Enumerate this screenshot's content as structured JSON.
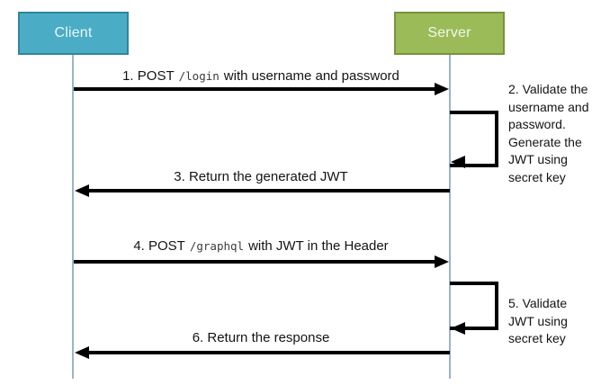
{
  "actors": {
    "client": {
      "label": "Client",
      "fill": "#4BACC6",
      "border": "#31859C"
    },
    "server": {
      "label": "Server",
      "fill": "#9BBB59",
      "border": "#77933C"
    }
  },
  "messages": {
    "m1": {
      "prefix": "1. POST",
      "endpoint": "/login",
      "suffix": "with username and password",
      "direction": "client-to-server"
    },
    "m3": {
      "label": "3. Return the generated JWT",
      "direction": "server-to-client"
    },
    "m4": {
      "prefix": "4. POST",
      "endpoint": "/graphql",
      "suffix": "with JWT in the Header",
      "direction": "client-to-server"
    },
    "m6": {
      "label": "6. Return the response",
      "direction": "server-to-client"
    }
  },
  "notes": {
    "n2": {
      "lines": [
        "2. Validate the",
        "username and",
        "password.",
        "Generate the",
        "JWT using",
        "secret key"
      ]
    },
    "n5": {
      "lines": [
        "5. Validate",
        "JWT using",
        "secret key"
      ]
    }
  },
  "colors": {
    "lifeline": "#9DB4C7",
    "arrow": "#000000",
    "endpoint_text": "#3F3A38"
  }
}
